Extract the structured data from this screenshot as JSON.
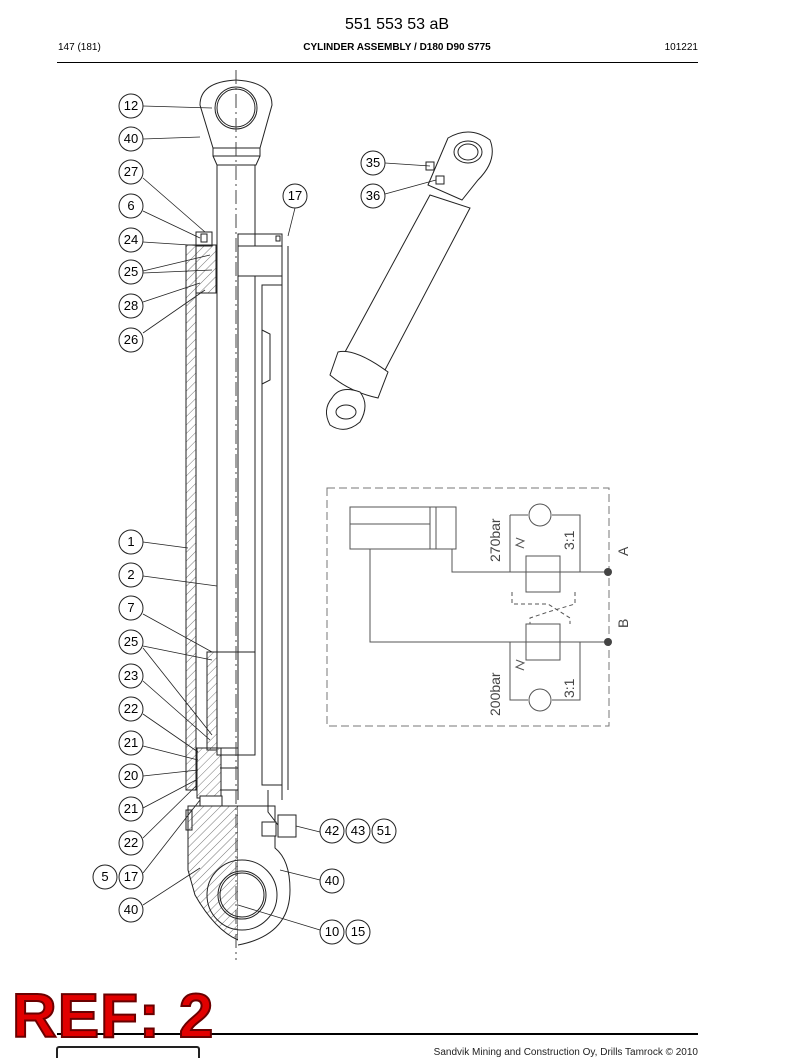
{
  "header": {
    "doc_number": "551 553 53 aB",
    "page": "147 (181)",
    "title": "CYLINDER ASSEMBLY / D180 D90 S775",
    "date": "101221"
  },
  "callouts": [
    "12",
    "40",
    "27",
    "6",
    "24",
    "25",
    "28",
    "26",
    "17",
    "35",
    "36",
    "1",
    "2",
    "7",
    "25",
    "23",
    "22",
    "21",
    "20",
    "21",
    "22",
    "5",
    "17",
    "40",
    "40",
    "42",
    "43",
    "51",
    "10",
    "15"
  ],
  "schematic": {
    "pressure_a": "270bar",
    "pressure_b": "200bar",
    "ratio_a": "3:1",
    "ratio_b": "3:1",
    "port_a": "A",
    "port_b": "B"
  },
  "stamp": "REF: 2",
  "footer": {
    "copyright": "Sandvik Mining and Construction Oy, Drills Tamrock © 2010"
  }
}
